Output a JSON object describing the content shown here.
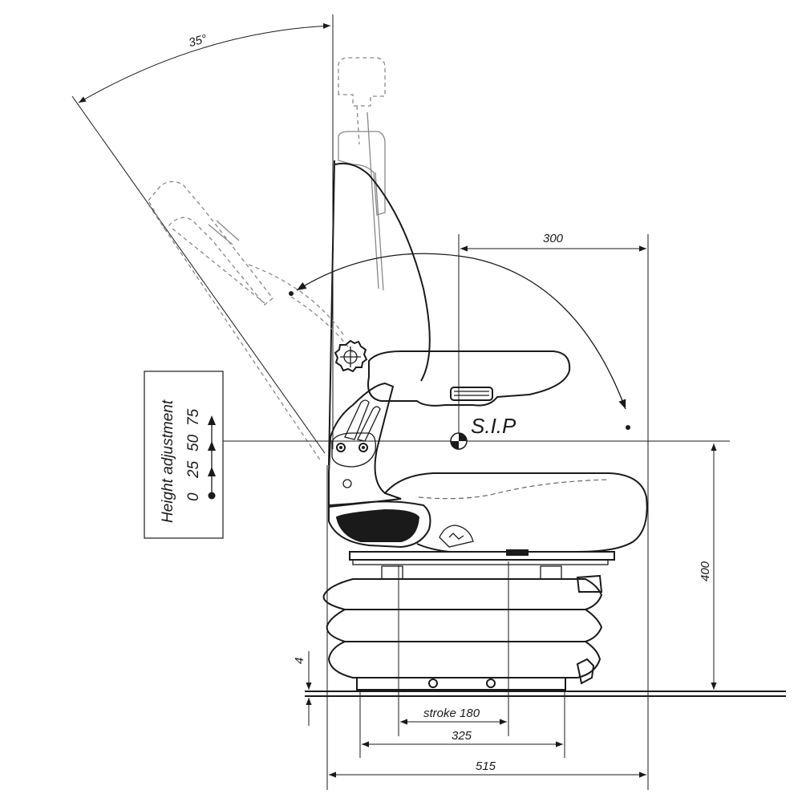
{
  "dimensions": {
    "angle": "35°",
    "sip_offset": "300",
    "height": "400",
    "base_gap": "4",
    "stroke": "stroke 180",
    "mount_width": "325",
    "overall_width": "515"
  },
  "labels": {
    "sip": "S.I.P"
  },
  "height_adjustment": {
    "title": "Height adjustment",
    "values": [
      "0",
      "25",
      "50",
      "75"
    ]
  }
}
